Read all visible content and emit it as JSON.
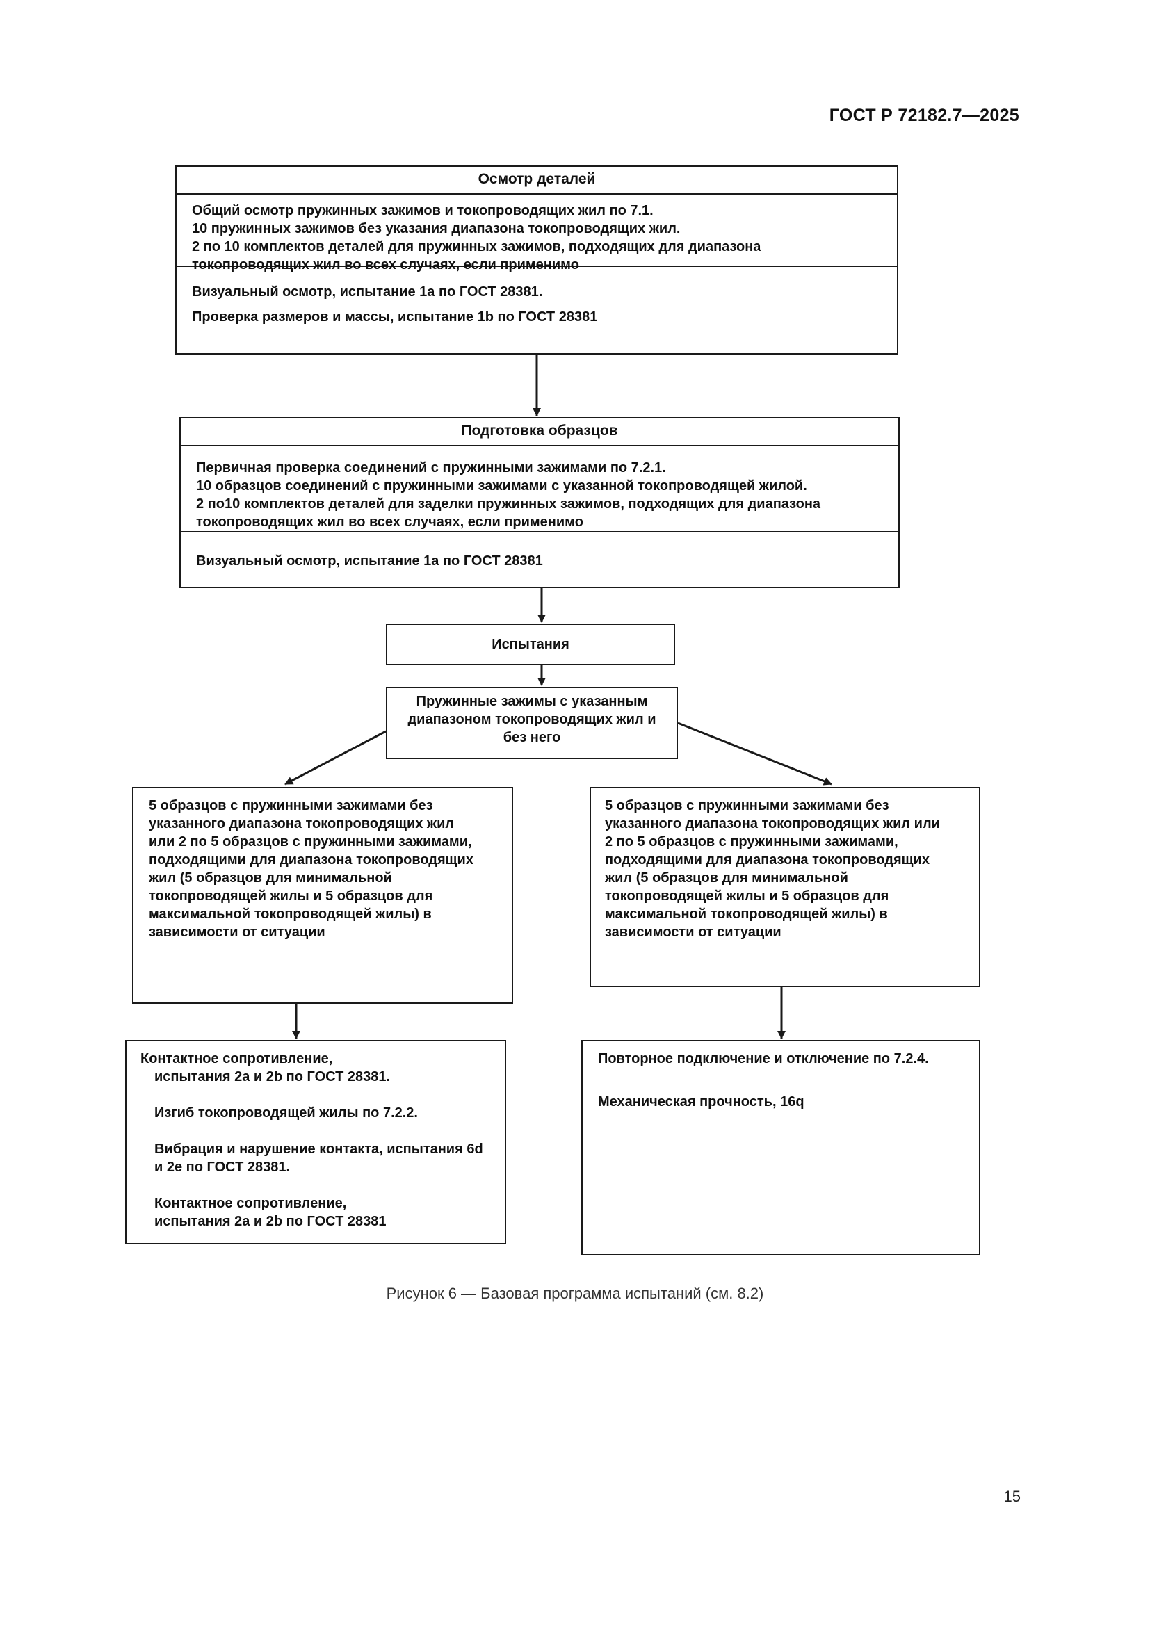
{
  "header": {
    "doc_number": "ГОСТ Р 72182.7—2025"
  },
  "box1": {
    "title": "Осмотр деталей",
    "lines_a": [
      "Общий осмотр пружинных зажимов и токопроводящих жил по 7.1.",
      "10 пружинных зажимов без указания диапазона токопроводящих жил.",
      "2 по 10 комплектов деталей для пружинных зажимов, подходящих для диапазона",
      "токопроводящих жил во всех случаях, если применимо"
    ],
    "lines_b": [
      "Визуальный осмотр, испытание 1а по ГОСТ 28381.",
      "Проверка размеров и массы, испытание 1b по ГОСТ 28381"
    ]
  },
  "box2": {
    "title": "Подготовка образцов",
    "lines_a": [
      "Первичная проверка соединений с пружинными зажимами по 7.2.1.",
      "10 образцов соединений с пружинными зажимами с указанной токопроводящей жилой.",
      "2 по10 комплектов деталей для заделки пружинных зажимов, подходящих для диапазона",
      "токопроводящих жил во всех случаях, если применимо"
    ],
    "lines_b": [
      "Визуальный осмотр, испытание 1а по ГОСТ 28381"
    ]
  },
  "box3": {
    "text": "Испытания"
  },
  "box4": {
    "lines": [
      "Пружинные зажимы с указанным",
      "диапазоном токопроводящих жил и",
      "без него"
    ]
  },
  "box5": {
    "lines": [
      "5 образцов с пружинными зажимами без",
      "указанного диапазона токопроводящих жил",
      "или 2 по 5 образцов с пружинными зажимами,",
      "подходящими для диапазона токопроводящих",
      "жил (5 образцов для минимальной",
      "токопроводящей жилы и 5 образцов для",
      "максимальной токопроводящей жилы) в",
      "зависимости от ситуации"
    ]
  },
  "box6": {
    "lines": [
      "5 образцов с пружинными зажимами без",
      "указанного диапазона токопроводящих жил или",
      "2 по 5 образцов с пружинными зажимами,",
      "подходящими для диапазона токопроводящих",
      "жил (5 образцов для минимальной",
      "токопроводящей жилы и 5 образцов для",
      "максимальной токопроводящей жилы) в",
      "зависимости от ситуации"
    ]
  },
  "box7": {
    "p1": [
      "Контактное сопротивление,",
      "испытания 2а и 2b по ГОСТ 28381."
    ],
    "p2": [
      "Изгиб токопроводящей жилы по 7.2.2."
    ],
    "p3": [
      "Вибрация и нарушение контакта, испытания 6d",
      "и 2е по ГОСТ 28381."
    ],
    "p4": [
      "Контактное сопротивление,",
      "испытания 2а и 2b по ГОСТ 28381"
    ]
  },
  "box8": {
    "p1": [
      "Повторное подключение и отключение по 7.2.4."
    ],
    "p2": [
      "Механическая прочность, 16q"
    ]
  },
  "caption": "Рисунок 6 — Базовая программа испытаний (см. 8.2)",
  "page_number": "15"
}
